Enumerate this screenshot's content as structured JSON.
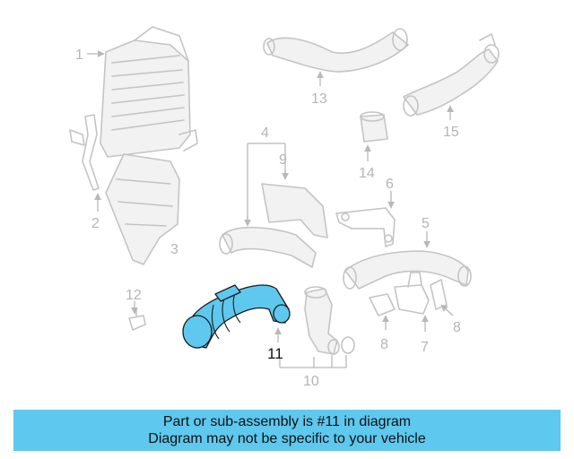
{
  "callouts": {
    "c1": "1",
    "c2": "2",
    "c3": "3",
    "c4": "4",
    "c5": "5",
    "c6": "6",
    "c7": "7",
    "c8a": "8",
    "c8b": "8",
    "c9": "9",
    "c10": "10",
    "c11": "11",
    "c12": "12",
    "c13": "13",
    "c14": "14",
    "c15": "15"
  },
  "highlighted_part": "11",
  "banner": {
    "line1": "Part or sub-assembly is #11 in diagram",
    "line2": "Diagram may not be specific to your vehicle"
  },
  "colors": {
    "highlight": "#5ec8ee",
    "banner_background": "#5ec8ee",
    "inactive_parts": "#c4c4c4"
  }
}
